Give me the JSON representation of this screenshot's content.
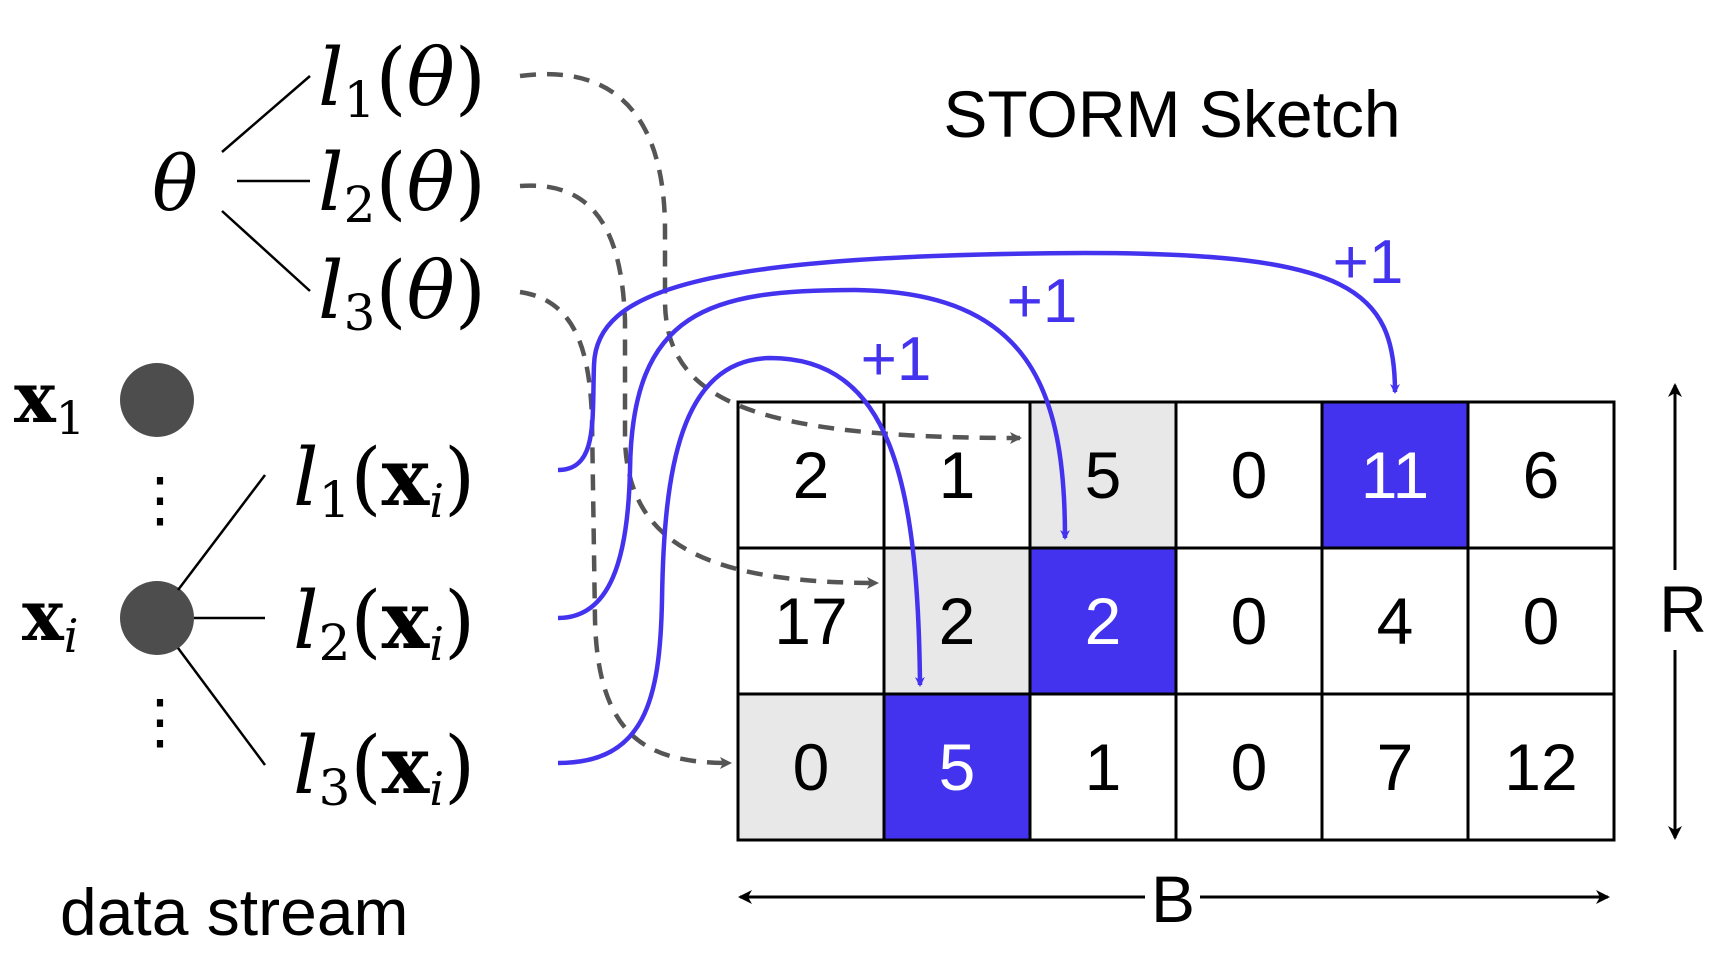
{
  "title": "STORM Sketch",
  "theta": {
    "symbol": "θ",
    "losses": [
      {
        "sym": "l",
        "sub": "1",
        "arg": "θ"
      },
      {
        "sym": "l",
        "sub": "2",
        "arg": "θ"
      },
      {
        "sym": "l",
        "sub": "3",
        "arg": "θ"
      }
    ]
  },
  "stream": {
    "x1": {
      "sym": "x",
      "sub": "1"
    },
    "xi": {
      "sym": "x",
      "sub": "i"
    },
    "dots": "⋮",
    "label": "data stream",
    "losses": [
      {
        "sym": "l",
        "sub": "1",
        "arg": "x",
        "argsub": "i"
      },
      {
        "sym": "l",
        "sub": "2",
        "arg": "x",
        "argsub": "i"
      },
      {
        "sym": "l",
        "sub": "3",
        "arg": "x",
        "argsub": "i"
      }
    ]
  },
  "sketch": {
    "rows": [
      [
        "2",
        "1",
        "5",
        "0",
        "11",
        "6"
      ],
      [
        "17",
        "2",
        "2",
        "0",
        "4",
        "0"
      ],
      [
        "0",
        "5",
        "1",
        "0",
        "7",
        "12"
      ]
    ],
    "query_cells": [
      [
        0,
        2
      ],
      [
        1,
        1
      ],
      [
        2,
        0
      ]
    ],
    "update_cells": [
      [
        0,
        4
      ],
      [
        1,
        2
      ],
      [
        2,
        1
      ]
    ],
    "update_labels": [
      "+1",
      "+1",
      "+1"
    ],
    "width_label": "B",
    "height_label": "R"
  },
  "colors": {
    "highlight": "#4433ee",
    "query_fill": "#e8e8e8",
    "dashed": "#555555",
    "node": "#4d4d4d"
  }
}
